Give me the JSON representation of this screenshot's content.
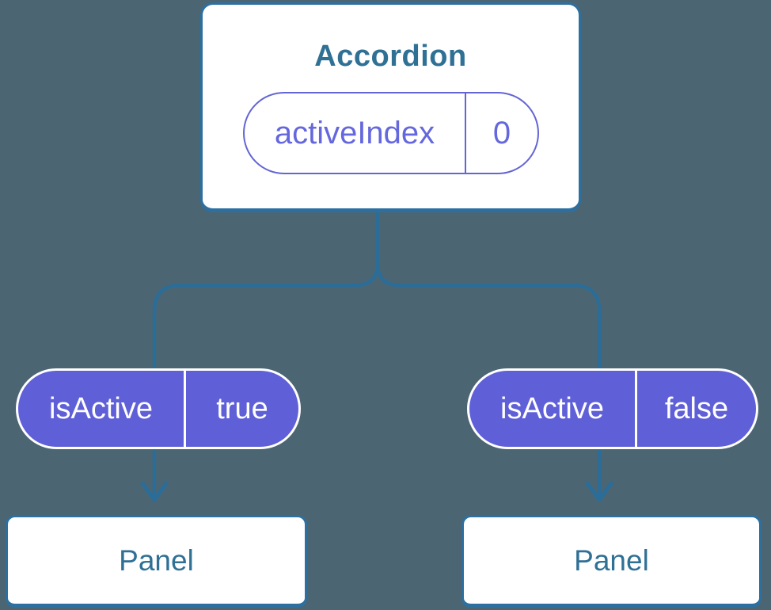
{
  "colors": {
    "background": "#4c6572",
    "line": "#2b6d99",
    "box_border": "#2d70a0",
    "heading_text": "#2f7095",
    "node_bg": "#ffffff",
    "pill_fill": "#5f60d8",
    "pill_fill_text": "#ffffff",
    "pill_divider": "#ffffff",
    "pill_outline": "#6365d4",
    "pill_outline_text": "#6467dd"
  },
  "tree": {
    "root": {
      "title": "Accordion",
      "state": {
        "name": "activeIndex",
        "value": "0"
      }
    },
    "children": [
      {
        "prop": {
          "name": "isActive",
          "value": "true"
        },
        "node": "Panel"
      },
      {
        "prop": {
          "name": "isActive",
          "value": "false"
        },
        "node": "Panel"
      }
    ]
  }
}
